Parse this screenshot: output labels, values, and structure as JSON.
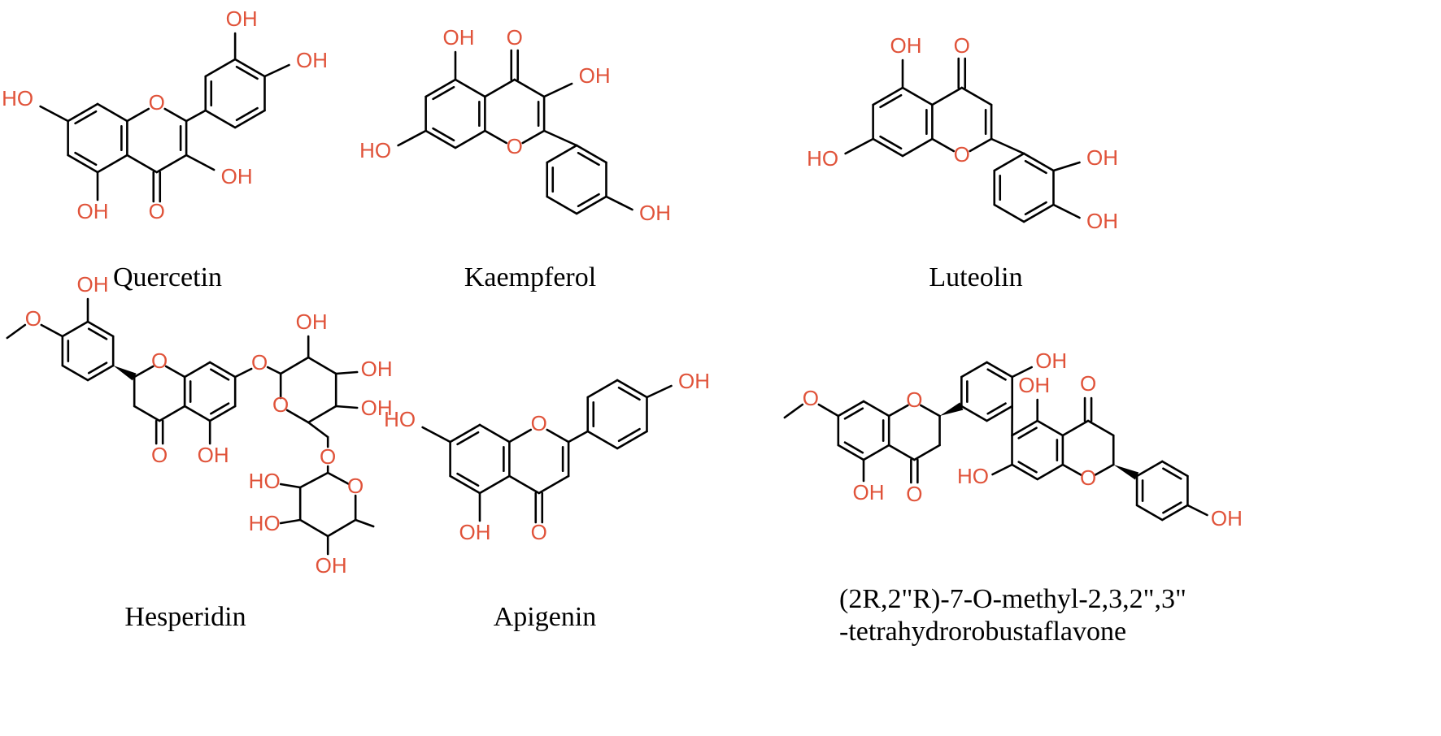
{
  "colors": {
    "bond": "#000000",
    "heteroatom": "#E0533A",
    "label": "#000000"
  },
  "atoms": {
    "oh": "OH",
    "ho": "HO",
    "o": "O"
  },
  "compounds": [
    {
      "id": "quercetin",
      "name": "Quercetin"
    },
    {
      "id": "kaempferol",
      "name": "Kaempferol"
    },
    {
      "id": "luteolin",
      "name": "Luteolin"
    },
    {
      "id": "hesperidin",
      "name": "Hesperidin"
    },
    {
      "id": "apigenin",
      "name": "Apigenin"
    },
    {
      "id": "robustaflavone",
      "name_line1": "(2R,2\"R)-7-O-methyl-2,3,2\",3\"",
      "name_line2": "-tetrahydrorobustaflavone"
    }
  ]
}
